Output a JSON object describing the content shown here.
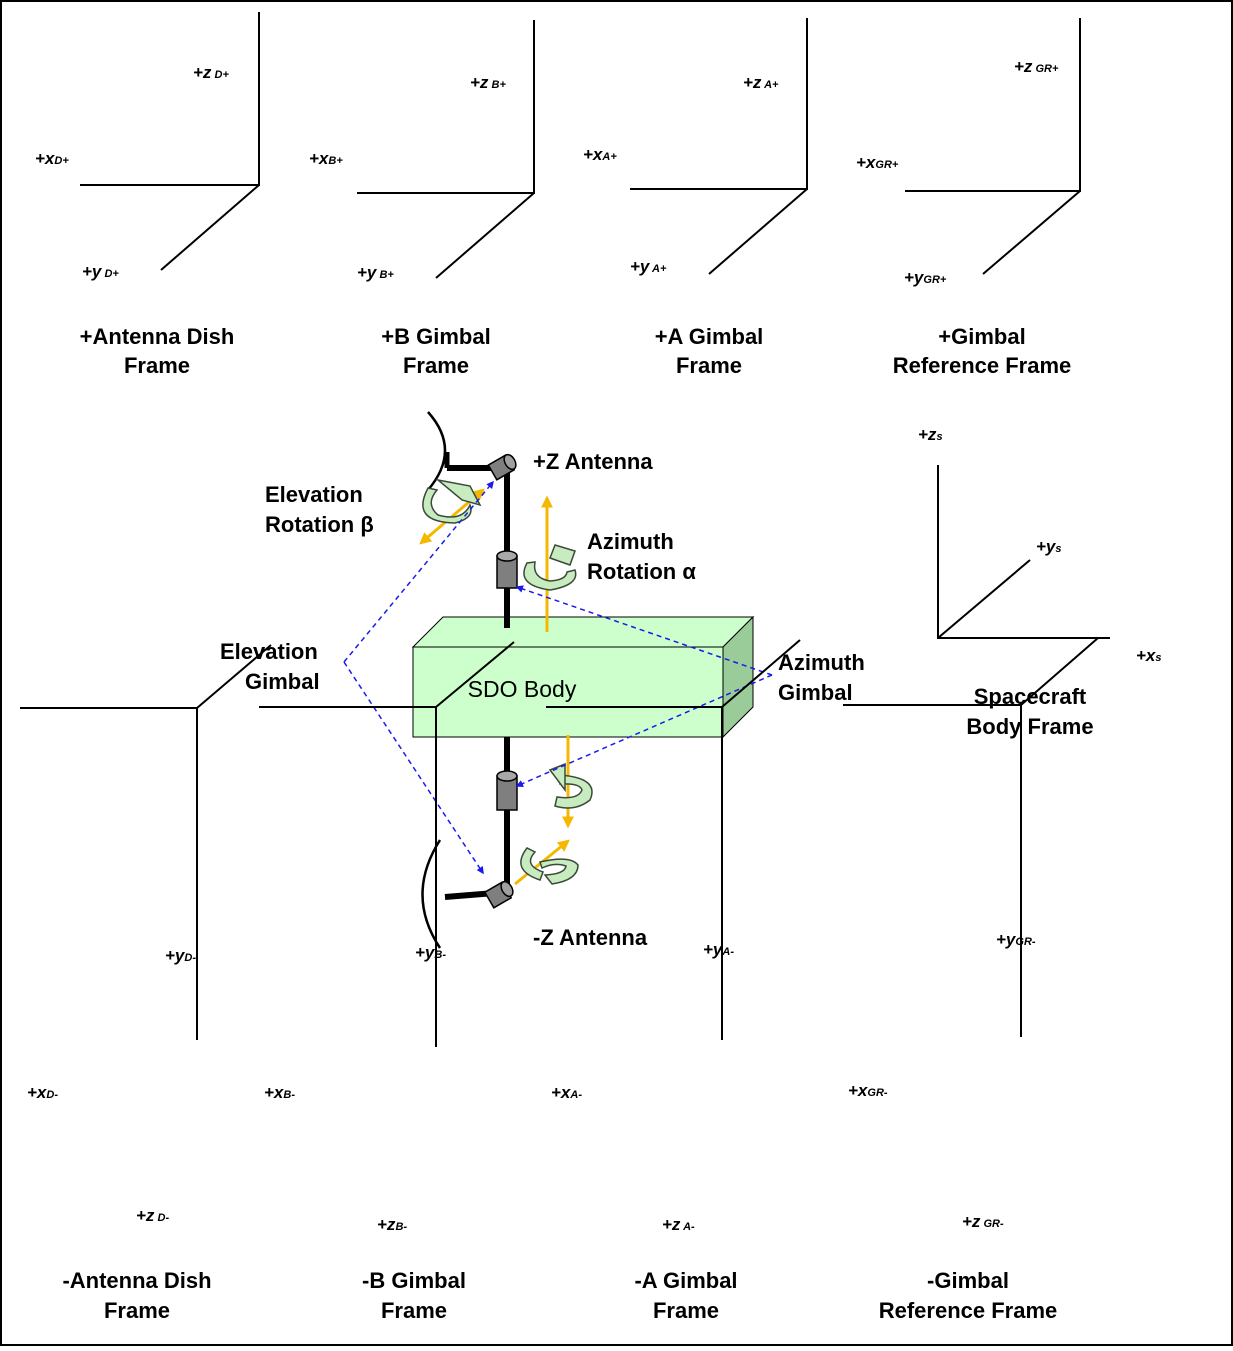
{
  "top_frames": [
    {
      "z_main": "+z",
      "z_sub": " D+",
      "x_main": "+x",
      "x_sub": "D+",
      "y_main": "+y",
      "y_sub": " D+",
      "caption_line1": "+Antenna Dish",
      "caption_line2": "Frame"
    },
    {
      "z_main": "+z",
      "z_sub": " B+",
      "x_main": "+x",
      "x_sub": "B+",
      "y_main": "+y",
      "y_sub": " B+",
      "caption_line1": "+B Gimbal",
      "caption_line2": "Frame"
    },
    {
      "z_main": "+z",
      "z_sub": " A+",
      "x_main": "+x",
      "x_sub": "A+",
      "y_main": "+y",
      "y_sub": " A+",
      "caption_line1": "+A Gimbal",
      "caption_line2": "Frame"
    },
    {
      "z_main": "+z",
      "z_sub": " GR+",
      "x_main": "+x",
      "x_sub": "GR+",
      "y_main": "+y",
      "y_sub": "GR+",
      "caption_line1": "+Gimbal",
      "caption_line2": "Reference Frame"
    }
  ],
  "bottom_frames": [
    {
      "y_main": "+y",
      "y_sub": "D-",
      "x_main": "+x",
      "x_sub": "D-",
      "z_main": "+z",
      "z_sub": " D-",
      "caption_line1": "-Antenna Dish",
      "caption_line2": "Frame"
    },
    {
      "y_main": "+y",
      "y_sub": "B-",
      "x_main": "+x",
      "x_sub": "B-",
      "z_main": "+z",
      "z_sub": "B-",
      "caption_line1": "-B Gimbal",
      "caption_line2": "Frame"
    },
    {
      "y_main": "+y",
      "y_sub": "A-",
      "x_main": "+x",
      "x_sub": "A-",
      "z_main": "+z",
      "z_sub": " A-",
      "caption_line1": "-A Gimbal",
      "caption_line2": "Frame"
    },
    {
      "y_main": "+y",
      "y_sub": "GR-",
      "x_main": "+x",
      "x_sub": "GR-",
      "z_main": "+z",
      "z_sub": " GR-",
      "caption_line1": "-Gimbal",
      "caption_line2": "Reference Frame"
    }
  ],
  "spacecraft_frame": {
    "z_main": "+z",
    "z_sub": "s",
    "y_main": "+y",
    "y_sub": "s",
    "x_main": "+x",
    "x_sub": "s",
    "caption_line1": "Spacecraft",
    "caption_line2": "Body Frame"
  },
  "center": {
    "plus_z_antenna": "+Z Antenna",
    "minus_z_antenna": "-Z Antenna",
    "elevation_rotation_line1": "Elevation",
    "elevation_rotation_line2": "Rotation β",
    "azimuth_rotation_line1": "Azimuth",
    "azimuth_rotation_line2": "Rotation α",
    "elevation_gimbal_line1": "Elevation",
    "elevation_gimbal_line2": "Gimbal",
    "azimuth_gimbal_line1": "Azimuth",
    "azimuth_gimbal_line2": "Gimbal",
    "body_label": "SDO Body"
  },
  "colors": {
    "body_front": "#ccffcc",
    "body_side": "#99cc99",
    "rotation_arrow": "#c8ecc0",
    "axis_arrow": "#f5b800",
    "pointer": "#1a1aee",
    "gimbal": "#7f7f7f"
  }
}
